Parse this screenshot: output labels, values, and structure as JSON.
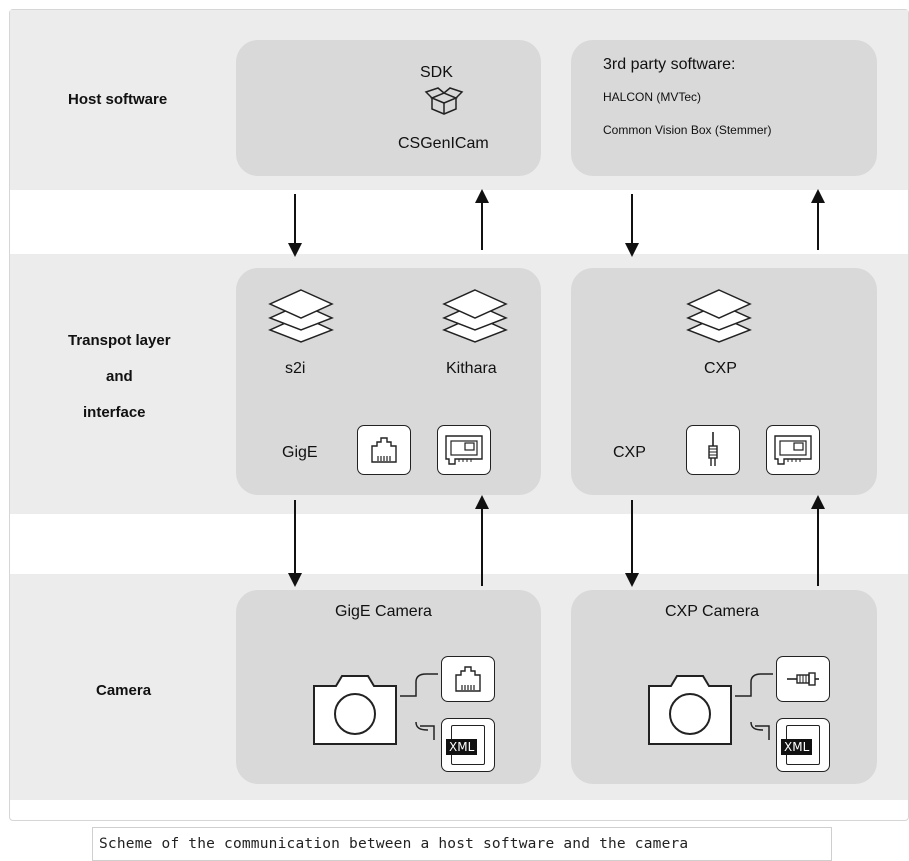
{
  "layers": {
    "host": "Host software",
    "transport_line1": "Transpot layer",
    "transport_line2": "and",
    "transport_line3": "interface",
    "camera": "Camera"
  },
  "host": {
    "sdk_title": "SDK",
    "sdk_name": "CSGenICam",
    "third_party_title": "3rd party software:",
    "third_party_items": [
      "HALCON (MVTec)",
      "Common Vision Box (Stemmer)"
    ]
  },
  "transport": {
    "gige_group": {
      "s2i": "s2i",
      "kithara": "Kithara",
      "interface": "GigE"
    },
    "cxp_group": {
      "title": "CXP",
      "interface": "CXP"
    }
  },
  "cameras": {
    "gige": {
      "title": "GigE Camera",
      "xml": "XML"
    },
    "cxp": {
      "title": "CXP Camera",
      "xml": "XML"
    }
  },
  "caption": "Scheme of the communication between a host software and the camera"
}
